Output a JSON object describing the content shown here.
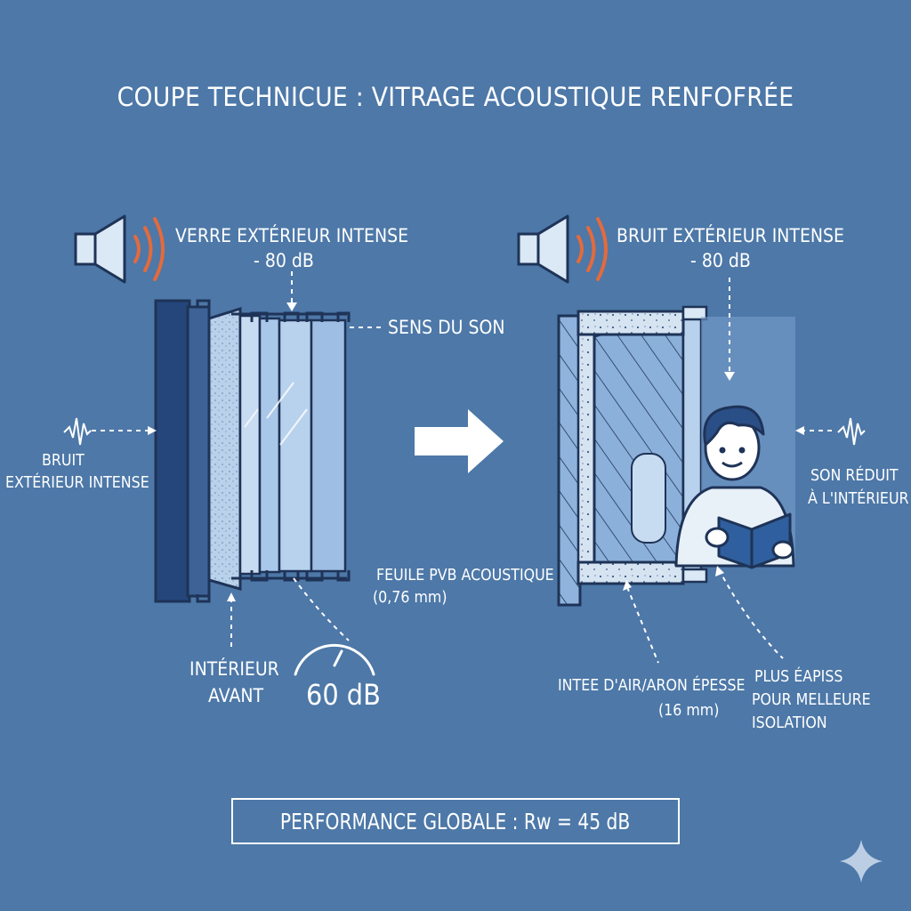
{
  "title": "COUPE TECHNICUE : VITRAGE ACOUSTIQUE RENFOFRÉE",
  "left": {
    "top_label_1": "VERRE EXTÉRIEUR INTENSE",
    "top_label_2": "- 80 dB",
    "sens_label": "SENS DU SON",
    "side_label_1": "BRUIT",
    "side_label_2": "EXTÉRIEUR INTENSE",
    "pvb_label_1": "FEUILE PVB ACOUSTIQUE",
    "pvb_label_2": "(0,76 mm)",
    "bottom_label_1": "INTÉRIEUR",
    "bottom_label_2": "AVANT",
    "gauge_value": "60 dB"
  },
  "right": {
    "top_label_1": "BRUIT EXTÉRIEUR INTENSE",
    "top_label_2": "- 80 dB",
    "side_label_1": "SON RÉDUIT",
    "side_label_2": "À L'INTÉRIEUR",
    "gap_label_1": "INTEE D'AIR/ARON ÉPESSE",
    "gap_label_2": "(16 mm)",
    "thick_label_1": "PLUS ÉAPISS",
    "thick_label_2": "POUR MELLEURE",
    "thick_label_3": "ISOLATION"
  },
  "performance": "PERFORMANCE GLOBALE : Rw = 45 dB",
  "colors": {
    "background": "#4d78a8",
    "line": "#1e3357",
    "glass": "#a9c7e8",
    "sound_waves": "#e46a3c"
  },
  "icons": [
    "speaker-icon",
    "sound-wave-icon",
    "gauge-icon",
    "arrow-right-icon",
    "sparkle-icon",
    "reader-person-icon"
  ]
}
